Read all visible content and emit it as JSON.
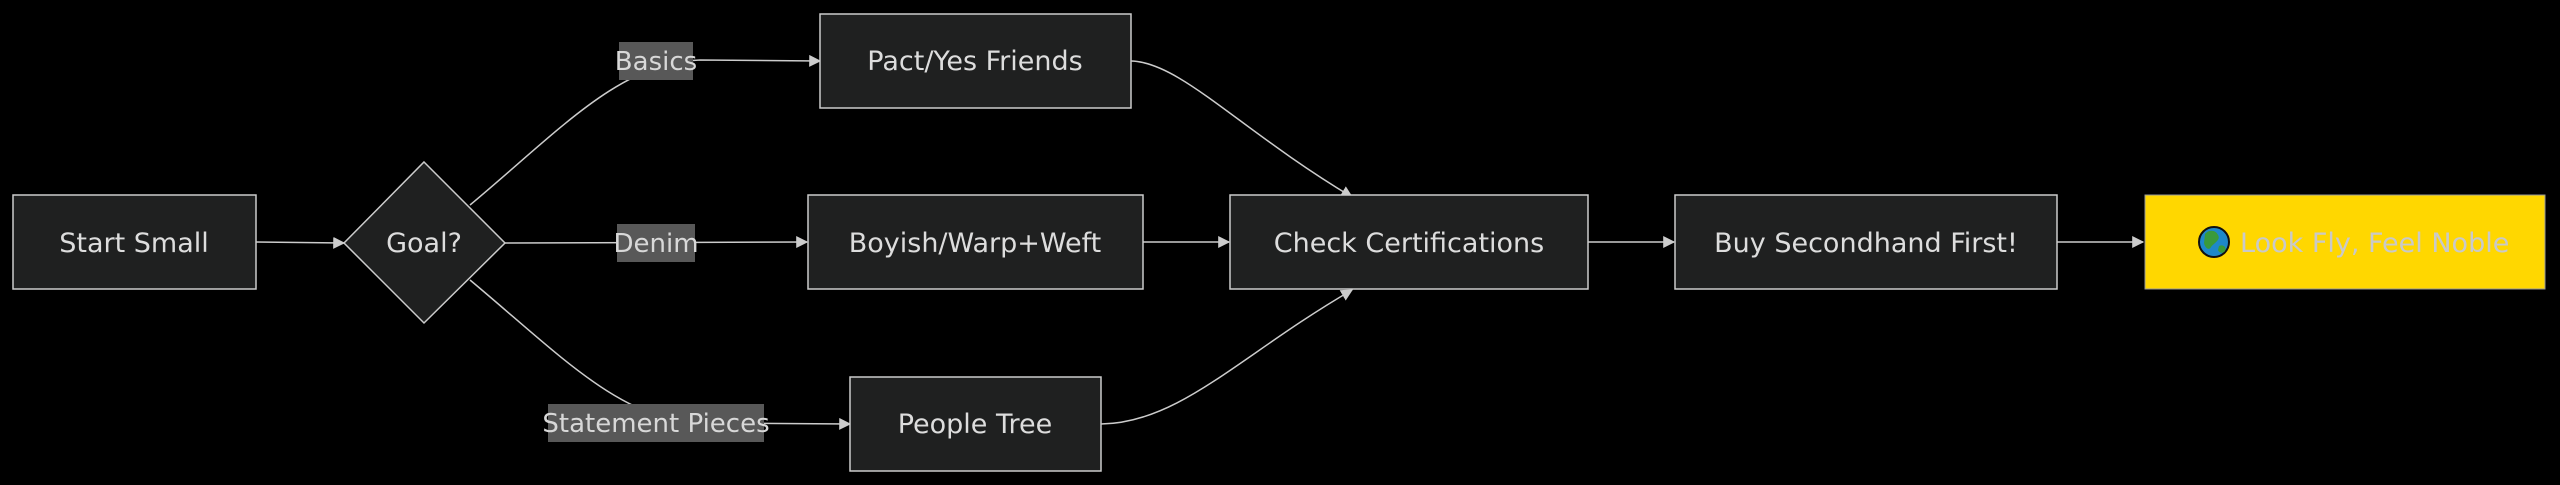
{
  "nodes": {
    "start": "Start Small",
    "goal": "Goal?",
    "pact": "Pact/Yes Friends",
    "boyish": "Boyish/Warp+Weft",
    "people_tree": "People Tree",
    "check": "Check Certifications",
    "buy": "Buy Secondhand First!",
    "final": "Look Fly, Feel Noble",
    "final_icon": "globe-icon"
  },
  "edge_labels": {
    "basics": "Basics",
    "denim": "Denim",
    "statement": "Statement Pieces"
  },
  "colors": {
    "background": "#000000",
    "node_fill": "#1f2020",
    "node_stroke": "#cccccc",
    "label_bg": "#585858",
    "final_fill": "#ffd700",
    "final_text": "#c9c9c9",
    "globe_ocean": "#1e88c9",
    "globe_land": "#3a9a3a"
  }
}
